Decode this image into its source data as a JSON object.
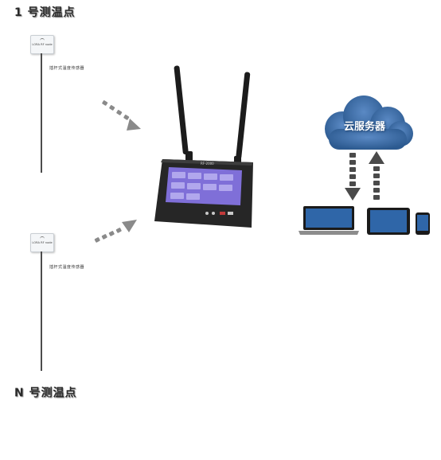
{
  "points": {
    "first_label": "1 号测温点",
    "last_label": "N 号测温点"
  },
  "sensor": {
    "module_text": "LORA  RF node",
    "probe_label": "插杆式温度传感器"
  },
  "cloud": {
    "label": "云服务器"
  },
  "gateway": {
    "name": "RF-2000"
  },
  "colors": {
    "cloud": "#2f5f96",
    "screen": "#7f6fd8",
    "arrow": "#8a8a8a",
    "device_body": "#1f1f1f"
  }
}
